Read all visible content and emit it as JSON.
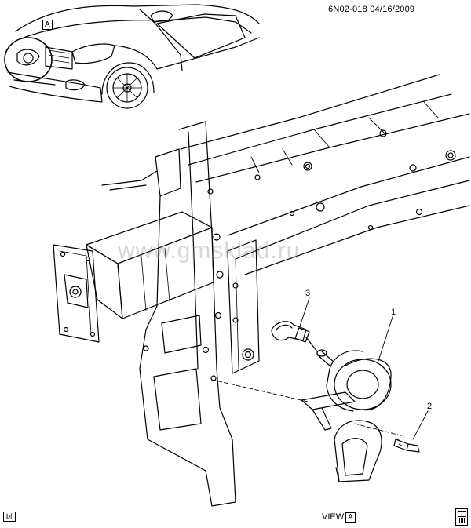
{
  "header": {
    "document_id": "6N02-018",
    "date": "04/16/2009"
  },
  "inset": {
    "view_tag": "A"
  },
  "callouts": [
    {
      "number": "1",
      "part": "horn"
    },
    {
      "number": "2",
      "part": "bolt"
    },
    {
      "number": "3",
      "part": "electrical-connector"
    }
  ],
  "footer": {
    "view_label": "VIEW",
    "view_tag": "A",
    "corner_code": "bf"
  },
  "watermark": "www.gmsklad.ru"
}
